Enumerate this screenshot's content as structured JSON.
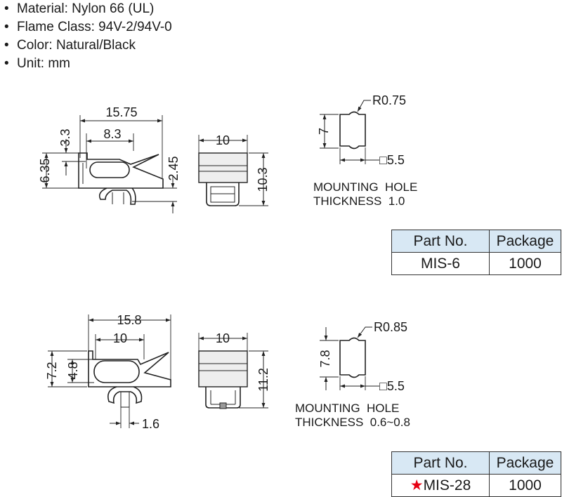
{
  "specs": [
    "Material: Nylon 66 (UL)",
    "Flame Class: 94V-2/94V-0",
    "Color: Natural/Black",
    "Unit: mm"
  ],
  "mis6": {
    "dims": {
      "overall_length": "15.75",
      "slot_length": "8.3",
      "upper_height": "3.3",
      "total_height": "6.35",
      "tip_height": "2.45",
      "width": "10",
      "side_height": "10.3"
    },
    "hole": {
      "radius": "R0.75",
      "height": "7",
      "width": "□5.5",
      "line1": "MOUNTING  HOLE",
      "line2": "THICKNESS  1.0"
    },
    "table": {
      "header_part": "Part No.",
      "header_package": "Package",
      "part_no": "MIS-6",
      "package": "1000"
    }
  },
  "mis28": {
    "dims": {
      "overall_length": "15.8",
      "slot_length": "10",
      "total_height": "7.2",
      "slot_height": "4.8",
      "leg_width": "1.6",
      "width": "10",
      "side_height": "11.2"
    },
    "hole": {
      "radius": "R0.85",
      "height": "7.8",
      "width": "□5.5",
      "line1": "MOUNTING  HOLE",
      "line2": "THICKNESS  0.6~0.8"
    },
    "table": {
      "header_part": "Part No.",
      "header_package": "Package",
      "star": "★",
      "part_no": "MIS-28",
      "package": "1000"
    }
  }
}
